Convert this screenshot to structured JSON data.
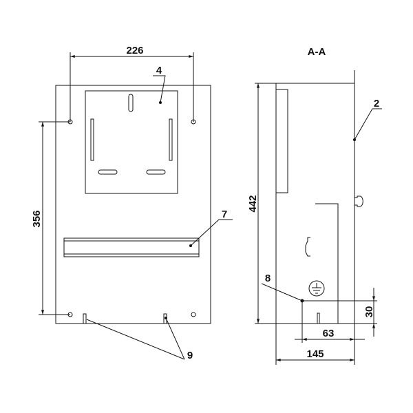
{
  "drawing": {
    "section_label": "A-A",
    "front_view": {
      "dim_hole_spacing_horizontal": "226",
      "dim_hole_spacing_vertical": "356",
      "callouts": [
        "4",
        "7",
        "9"
      ]
    },
    "side_view": {
      "dim_height": "442",
      "dim_depth": "145",
      "dim_ground_offset": "63",
      "dim_ground_height": "30",
      "callouts": [
        "2",
        "8"
      ]
    },
    "colors": {
      "line": "#111111",
      "background": "#ffffff"
    }
  }
}
